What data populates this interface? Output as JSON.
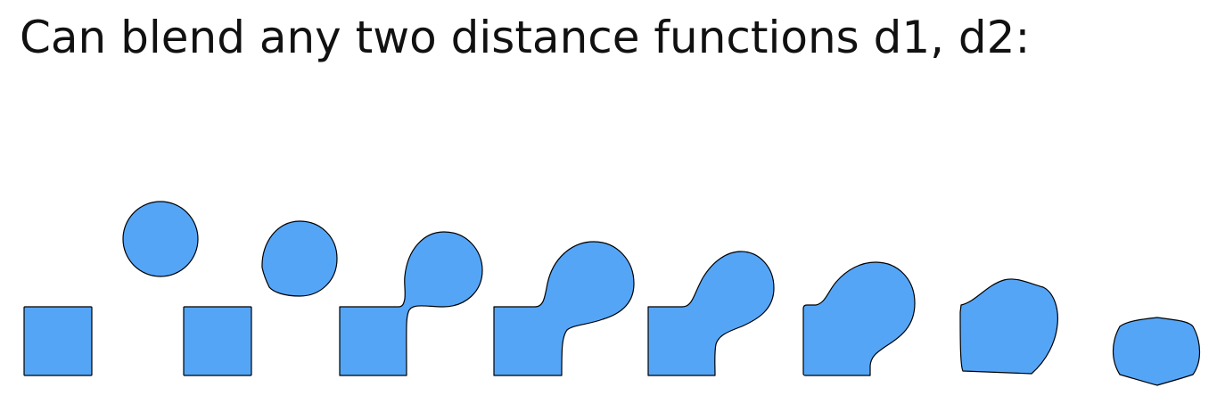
{
  "title": "Can blend any two distance functions d1, d2:",
  "colors": {
    "shape_fill": "#55a5f7",
    "shape_stroke": "#000000",
    "text": "#111111",
    "background": "#ffffff"
  },
  "blend_sequence": {
    "stage_count": 8,
    "description_of_stages": [
      "separate square and circle",
      "circle slightly deformed",
      "thin neck connecting circle to square",
      "wider neck",
      "wider neck",
      "wider neck",
      "nearly merged blob",
      "rounded square blob"
    ]
  }
}
